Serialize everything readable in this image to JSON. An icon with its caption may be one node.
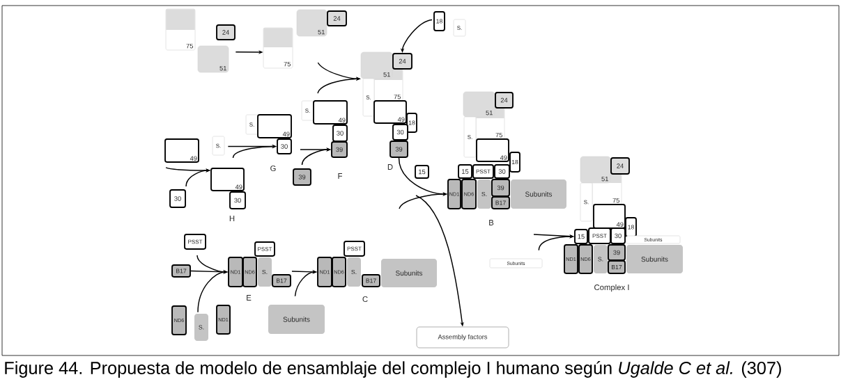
{
  "diagram": {
    "caption": "Figure 44. Propuesta de modelo de ensamblaje del complejo I humano según *Ugalde C et al.* (307)",
    "nodes": [
      {
        "text": [
          "75"
        ]
      },
      {
        "text": [
          "24"
        ]
      },
      {
        "text": [
          "51"
        ]
      },
      {
        "text": [
          "75"
        ]
      },
      {
        "text": [
          "51"
        ]
      },
      {
        "text": [
          "24"
        ]
      },
      {
        "text": [
          "18"
        ]
      },
      {
        "text": [
          "S."
        ]
      },
      {
        "text": [
          "75"
        ]
      },
      {
        "text": [
          "51"
        ]
      },
      {
        "text": [
          "24"
        ]
      },
      {
        "text": [
          "S."
        ]
      },
      {
        "text": [
          "49"
        ]
      },
      {
        "text": [
          "18"
        ]
      },
      {
        "text": [
          "30"
        ]
      },
      {
        "text": [
          "39"
        ]
      },
      {
        "text": [
          "S."
        ]
      },
      {
        "text": [
          "49"
        ]
      },
      {
        "text": [
          "30"
        ]
      },
      {
        "text": [
          "39"
        ]
      },
      {
        "text": [
          "S."
        ]
      },
      {
        "text": [
          "49"
        ]
      },
      {
        "text": [
          "30"
        ]
      },
      {
        "text": [
          "49"
        ]
      },
      {
        "text": [
          "S."
        ]
      },
      {
        "text": [
          "39"
        ]
      },
      {
        "text": [
          "49"
        ]
      },
      {
        "text": [
          "30"
        ]
      },
      {
        "text": [
          "30"
        ]
      },
      {
        "text": [
          "75"
        ]
      },
      {
        "text": [
          "51"
        ]
      },
      {
        "text": [
          "24"
        ]
      },
      {
        "text": [
          "S."
        ]
      },
      {
        "text": [
          "49"
        ]
      },
      {
        "text": [
          "18"
        ]
      },
      {
        "text": [
          "15"
        ]
      },
      {
        "text": [
          "PSST"
        ]
      },
      {
        "text": [
          "30"
        ]
      },
      {
        "text": [
          "ND1"
        ]
      },
      {
        "text": [
          "ND6"
        ]
      },
      {
        "text": [
          "S."
        ]
      },
      {
        "text": [
          "39"
        ]
      },
      {
        "text": [
          "B17"
        ]
      },
      {
        "text": [
          "Subunits"
        ]
      },
      {
        "text": [
          "15"
        ]
      },
      {
        "text": [
          "PSST"
        ]
      },
      {
        "text": [
          "B17"
        ]
      },
      {
        "text": [
          "ND6"
        ]
      },
      {
        "text": [
          "S."
        ]
      },
      {
        "text": [
          "ND1"
        ]
      },
      {
        "text": [
          "ND1"
        ]
      },
      {
        "text": [
          "ND6"
        ]
      },
      {
        "text": [
          "S."
        ]
      },
      {
        "text": [
          "PSST"
        ]
      },
      {
        "text": [
          "B17"
        ]
      },
      {
        "text": [
          "Subunits"
        ]
      },
      {
        "text": [
          "ND1"
        ]
      },
      {
        "text": [
          "ND6"
        ]
      },
      {
        "text": [
          "S."
        ]
      },
      {
        "text": [
          "PSST"
        ]
      },
      {
        "text": [
          "B17"
        ]
      },
      {
        "text": [
          "Subunits"
        ]
      },
      {
        "text": [
          "Assembly factors"
        ]
      },
      {
        "text": [
          "Subunits"
        ]
      },
      {
        "text": [
          "75"
        ]
      },
      {
        "text": [
          "51"
        ]
      },
      {
        "text": [
          "24"
        ]
      },
      {
        "text": [
          "S."
        ]
      },
      {
        "text": [
          "49"
        ]
      },
      {
        "text": [
          "18"
        ]
      },
      {
        "text": [
          "15"
        ]
      },
      {
        "text": [
          "PSST"
        ]
      },
      {
        "text": [
          "30"
        ]
      },
      {
        "text": [
          "Subunits"
        ]
      },
      {
        "text": [
          "ND1"
        ]
      },
      {
        "text": [
          "ND6"
        ]
      },
      {
        "text": [
          "S."
        ]
      },
      {
        "text": [
          "39"
        ]
      },
      {
        "text": [
          "B17"
        ]
      },
      {
        "text": [
          "Subunits"
        ]
      }
    ],
    "edges": [
      {
        "from": 2,
        "to": 3,
        "arrow": "to"
      },
      {
        "from": 3,
        "to": 9,
        "arrow": "to"
      },
      {
        "from": 17,
        "to": 9,
        "arrow": "to"
      },
      {
        "from": 6,
        "to": 10,
        "arrow": "to"
      },
      {
        "from": 23,
        "to": 26,
        "arrow": "to"
      },
      {
        "from": 28,
        "to": 26,
        "arrow": "to"
      },
      {
        "from": 24,
        "to": 22,
        "arrow": "to"
      },
      {
        "from": 26,
        "to": 22,
        "arrow": "to"
      },
      {
        "from": 22,
        "to": 19,
        "arrow": "to"
      },
      {
        "from": 25,
        "to": 19,
        "arrow": "to"
      },
      {
        "from": 45,
        "to": 50,
        "arrow": "to"
      },
      {
        "from": 46,
        "to": 50,
        "arrow": "to"
      },
      {
        "from": 48,
        "to": 50,
        "arrow": "to"
      },
      {
        "from": 54,
        "to": 56,
        "arrow": "to"
      },
      {
        "from": 55,
        "to": 56,
        "arrow": "to"
      },
      {
        "from": 15,
        "to": 38,
        "arrow": "to"
      },
      {
        "from": null,
        "to": 38,
        "arrow": "to"
      },
      {
        "from": null,
        "to": 62,
        "arrow": "to"
      },
      {
        "from": null,
        "to": 70,
        "arrow": "to"
      },
      {
        "from": 63,
        "to": 70,
        "arrow": "to"
      }
    ],
    "labels": [
      "G",
      "F",
      "D",
      "H",
      "B",
      "E",
      "C",
      "Complex I"
    ]
  }
}
